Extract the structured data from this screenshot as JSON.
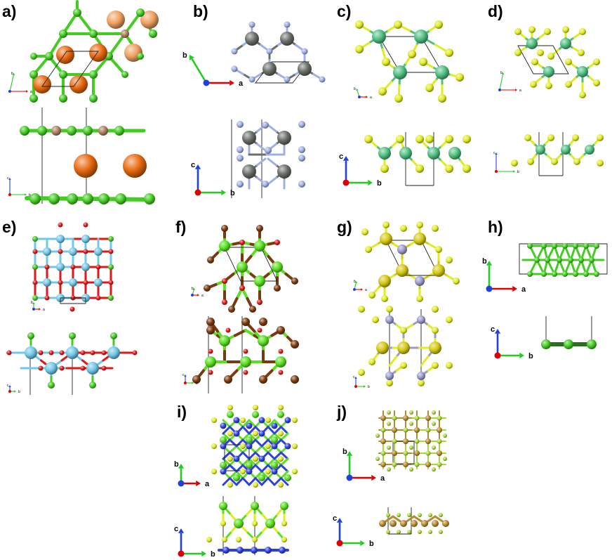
{
  "panels": [
    {
      "id": "a",
      "label": "a)"
    },
    {
      "id": "b",
      "label": "b)"
    },
    {
      "id": "c",
      "label": "c)"
    },
    {
      "id": "d",
      "label": "d)"
    },
    {
      "id": "e",
      "label": "e)"
    },
    {
      "id": "f",
      "label": "f)"
    },
    {
      "id": "g",
      "label": "g)"
    },
    {
      "id": "h",
      "label": "h)"
    },
    {
      "id": "i",
      "label": "i)"
    },
    {
      "id": "j",
      "label": "j)"
    }
  ],
  "axis_labels": {
    "a": "a",
    "b": "b",
    "c": "c"
  },
  "colors": {
    "axis_a": "#e00000",
    "axis_b": "#22cc22",
    "axis_c": "#2040e0",
    "green_atom": "#44cc22",
    "orange_atom": "#e86a10",
    "light_orange_atom": "#f0a060",
    "tan_atom": "#b08060",
    "dark_gray_atom": "#6a6f68",
    "periwinkle_atom": "#a0aee8",
    "yellow_atom": "#e0ec20",
    "teal_atom": "#50c080",
    "light_blue_atom": "#70c8e8",
    "red_atom": "#e01818",
    "brown_atom": "#7a3a10",
    "bright_green_atom": "#5ae020",
    "olive_atom": "#d4c814",
    "lavender_atom": "#9a9ad0",
    "blue_atom": "#3040e0",
    "golden_brown_atom": "#b88a30",
    "lime_atom": "#a8d838"
  }
}
